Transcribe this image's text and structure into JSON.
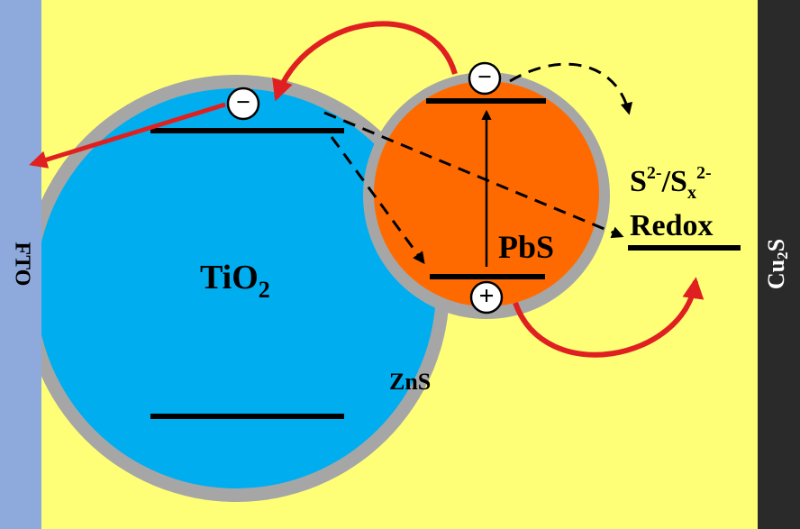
{
  "labels": {
    "fto": "FTO",
    "cu2s_base": "Cu",
    "cu2s_sub": "2",
    "cu2s_tail": "S",
    "tio2_base": "TiO",
    "tio2_sub": "2",
    "pbs": "PbS",
    "zns": "ZnS",
    "redox_s": "S",
    "redox_s_sup": "2-",
    "redox_slash": "/S",
    "redox_x_sub": "x",
    "redox_x_sup": "2-",
    "redox_word": "Redox"
  },
  "symbols": {
    "electron_tio2": "−",
    "electron_pbs": "−",
    "hole_pbs": "+"
  },
  "colors": {
    "electrolyte": "#ffff77",
    "fto": "#8ea9db",
    "cu2s": "#2a2a2a",
    "tio2": "#00aeef",
    "pbs": "#ff6a00",
    "zns_shell": "#a6a6a6",
    "arrow_red": "#e02020"
  }
}
